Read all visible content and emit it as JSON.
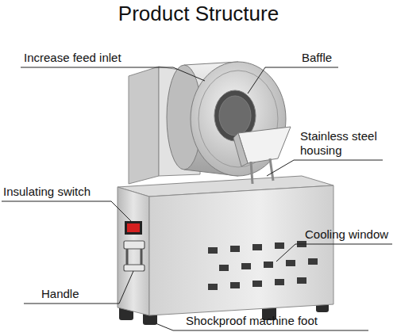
{
  "diagram": {
    "title": "Product Structure",
    "labels": [
      "Increase feed inlet",
      "Baffle",
      "Stainless steel housing",
      "Insulating switch",
      "Cooling window",
      "Handle",
      "Shockproof machine foot"
    ]
  }
}
